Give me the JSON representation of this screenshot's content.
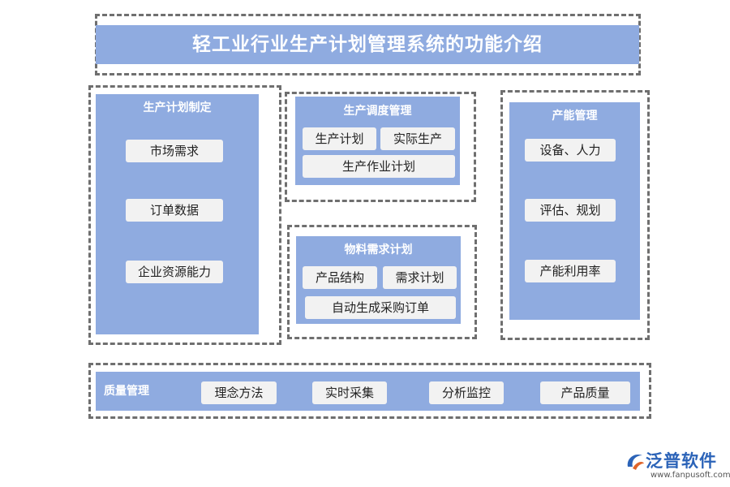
{
  "title": "轻工业行业生产计划管理系统的功能介绍",
  "planning": {
    "title": "生产计划制定",
    "items": [
      "市场需求",
      "订单数据",
      "企业资源能力"
    ]
  },
  "scheduling": {
    "title": "生产调度管理",
    "items": [
      "生产计划",
      "实际生产",
      "生产作业计划"
    ]
  },
  "material": {
    "title": "物料需求计划",
    "items": [
      "产品结构",
      "需求计划",
      "自动生成采购订单"
    ]
  },
  "capacity": {
    "title": "产能管理",
    "items": [
      "设备、人力",
      "评估、规划",
      "产能利用率"
    ]
  },
  "quality": {
    "title": "质量管理",
    "items": [
      "理念方法",
      "实时采集",
      "分析监控",
      "产品质量"
    ]
  },
  "logo": {
    "name": "泛普软件",
    "url": "www.fanpusoft.com"
  },
  "colors": {
    "panel": "#8fabe0",
    "chip": "#f2f2f2",
    "border": "#6f6f6f",
    "logo": "#2b63b8"
  }
}
